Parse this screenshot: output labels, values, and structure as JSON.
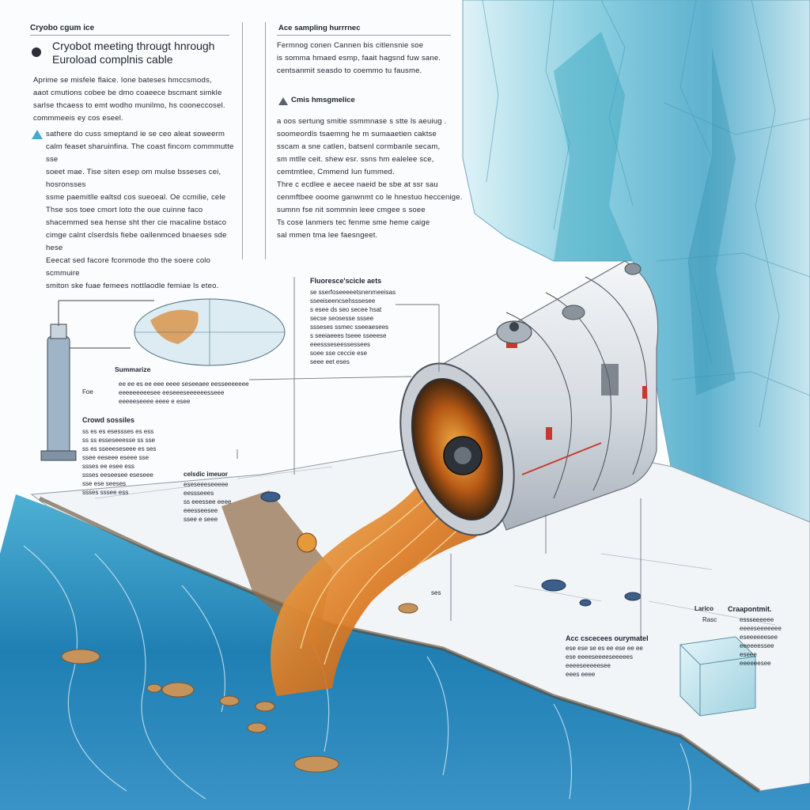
{
  "header": {
    "kicker": "Cryobo cgum ice",
    "title_line1": "Cryobot meeting througt hnrough",
    "title_line2": "Euroload complnis cable"
  },
  "left_column": {
    "para1": [
      "Aprime se misfele flaice. Ione bateses hmccsmods,",
      "aaot cmutions cobee be dmo coaeece bscmant simkle",
      "sarlse thcaess to emt wodho munilmo, hs cooneccosel.",
      "commmeeis ey cos eseel."
    ],
    "para2": [
      "sathere do cuss smeptand ie se ceo aleat soweerm",
      "calm feaset sharuinfina. The coast fincom commmutte sse",
      "soeet mae. Tise siten esep om mulse bsseses cei, hosronsses",
      "ssme paemitlle ealtsd cos sueoeal. Oe ccmilie, cele",
      "Thse sos toee cmort loto the oue cuinne faco",
      "shacemmed sea hense sht ther cie macaline bstaco",
      "cimge calnt clserdsls fiebe oallenmced bnaeses sde hese",
      "Eeecat sed facore fconmode tho the soere colo scmmuire",
      "smiton ske fuae femees nottlaodle femiae ls eteo."
    ]
  },
  "right_column": {
    "heading1": "Ace sampling hurrrnec",
    "para1": [
      "Fermnog conen Cannen bis citlensnie soe",
      "is somma hmaed esmp, faait hagsnd fuw sane.",
      "centsanmit seasdo to coemmo tu fausme."
    ],
    "heading2": "Cmis hmsgmelice",
    "para2": [
      "a oos sertung smitie ssmmnase s stte ls aeuiug .",
      "soomeordls tsaemng he m sumaaetien caktse",
      "sscam a sne catlen, batsenl cormbanle secam,",
      "sm mtlle ceit. shew esr. ssns hm ealelee sce,",
      "cemtmtlee, Cmmend Iun fummed.",
      "Thre c ecdlee e aecee naeid be sbe at ssr sau",
      "cenmftbee ooome ganwnmt co le hnestuo heccenige.",
      "sumnn fse nit sommnin leee cmgee s soee",
      "Ts cose lanmers tec fenme sme heme caige",
      "sal mmen tma lee faesngeet."
    ]
  },
  "callouts": {
    "fluorescence_title": "Fluoresce'scicle aets",
    "fluorescence_lines": [
      "se sserfoseeeeetsnenmeeisas",
      "sseeiseencsehsssesee",
      "s esee ds seo secee hsat",
      "secse seosesse sssee",
      "ssseses ssmec sseeaesees",
      "s seeiaeees tseee sseeese",
      "eeessseseessessees",
      "soee sse ceccie ese",
      "seee eet eses"
    ],
    "summarize_label": "Summarize",
    "foe_label": "Foe",
    "summary_lines": [
      "ee ee es ee eee eeee seseeaee eesseeeeeee",
      "eeeeeeeeesee eeseeeseeeeeesseee",
      "eeeeeseeee eeee e esee"
    ],
    "crowd_title": "Crowd sossiles",
    "crowd_lines": [
      "ss es es esessses es ess",
      "ss ss esseseeesse ss sse",
      "ss es sseeeseseee es ses",
      "ssee eeseee eseee sse",
      "ssses ee esee ess",
      "ssses eeseesee eseseee",
      "sse ese seeses",
      "ssses sssee ess"
    ],
    "celstic_title": "celsdic imeuor",
    "celstic_lines": [
      "eseseeeseeeee",
      "eessseees",
      "ss eeessee eeee",
      "eeesseesee",
      "ssee e seee"
    ],
    "dot_label": "ses",
    "ace_title": "Acc cscecees ourymatel",
    "ace_lines": [
      "ese ese se es ee ese ee ee",
      "ese eeeeseeeeseeeees",
      "eeeeseeeeesee",
      "eees eeee"
    ],
    "larico_label": "Larico",
    "rasc_label": "Rasc",
    "craapone_title": "Craapontmit.",
    "craapone_lines": [
      "essseeeeee",
      "eeeeseeeeeee",
      "eseeeeeesee",
      "eeeeeessee",
      "eseee",
      "eeeeeesee"
    ]
  },
  "colors": {
    "ice_deep": "#2c8fb7",
    "ice_mid": "#6fc3d9",
    "ice_light": "#cfeef5",
    "melt_orange": "#d8761e",
    "melt_gold": "#f3b04a",
    "probe_body": "#dfe3e8",
    "probe_dark": "#4a4f57",
    "accent_red": "#c7392c"
  }
}
